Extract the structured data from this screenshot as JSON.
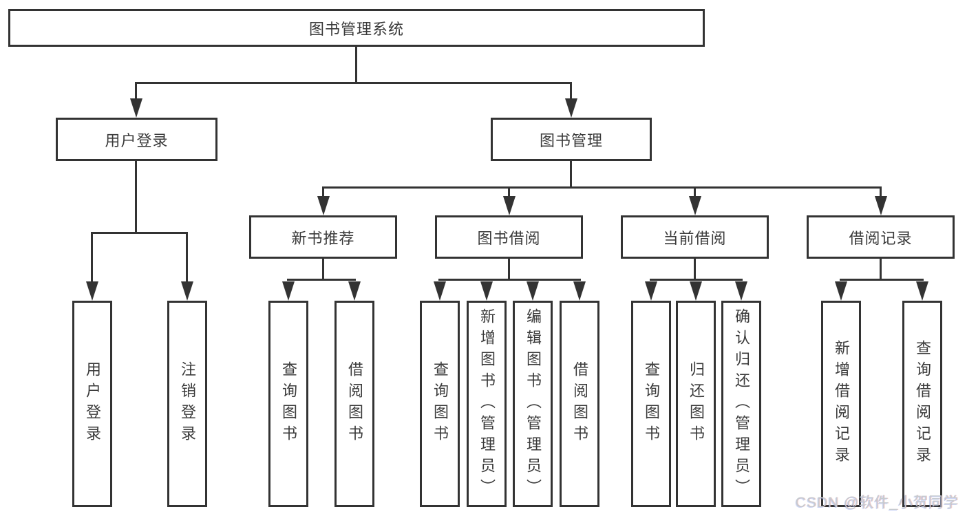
{
  "diagram": {
    "root": {
      "label": "图书管理系统"
    },
    "branches": [
      {
        "label": "用户登录",
        "children": [
          {
            "label": "用户登录"
          },
          {
            "label": "注销登录"
          }
        ]
      },
      {
        "label": "图书管理",
        "children": [
          {
            "label": "新书推荐",
            "children": [
              {
                "label": "查询图书"
              },
              {
                "label": "借阅图书"
              }
            ]
          },
          {
            "label": "图书借阅",
            "children": [
              {
                "label": "查询图书"
              },
              {
                "label": "新增图书（管理员）"
              },
              {
                "label": "编辑图书（管理员）"
              },
              {
                "label": "借阅图书"
              }
            ]
          },
          {
            "label": "当前借阅",
            "children": [
              {
                "label": "查询图书"
              },
              {
                "label": "归还图书"
              },
              {
                "label": "确认归还（管理员）"
              }
            ]
          },
          {
            "label": "借阅记录",
            "children": [
              {
                "label": "新增借阅记录"
              },
              {
                "label": "查询借阅记录"
              }
            ]
          }
        ]
      }
    ]
  },
  "watermark": {
    "text": "CSDN @软件_小贺同学"
  },
  "colors": {
    "line": "#333333",
    "text": "#3a3a3a",
    "background": "#ffffff",
    "watermark": "#c6cbd0"
  }
}
